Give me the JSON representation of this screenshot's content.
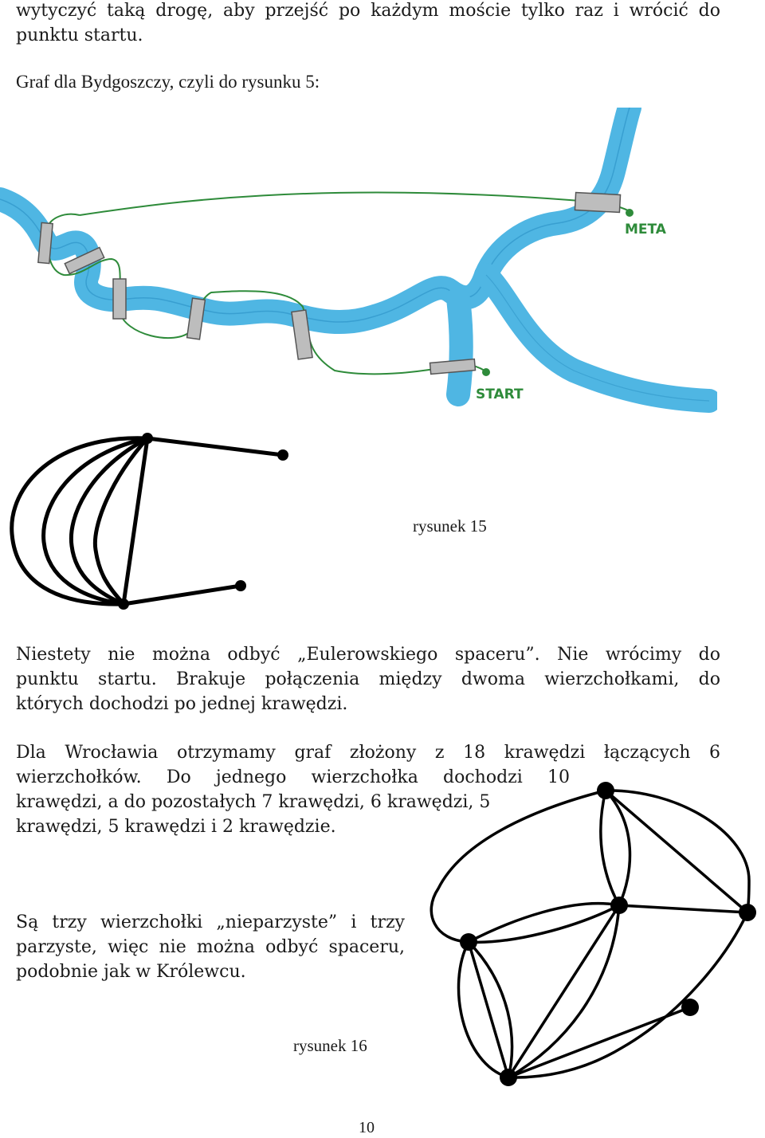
{
  "intro": {
    "line1": "wytyczyć taką drogę, aby przejść po każdym moście tylko raz i wrócić do",
    "line2": "punktu startu.",
    "graph_caption": "Graf dla Bydgoszczy, czyli do rysunku 5:"
  },
  "map": {
    "start_label": "START",
    "meta_label": "META",
    "colors": {
      "river": "#4fb6e3",
      "river_edge": "#2a8fc4",
      "path": "#2e8b3a",
      "bridge": "#555555"
    }
  },
  "figure15": {
    "caption": "rysunek 15"
  },
  "paragraph1": {
    "lines": [
      "Niestety nie można odbyć „Eulerowskiego spaceru”. Nie wrócimy do",
      "punktu startu. Brakuje połączenia między dwoma wierzchołkami, do",
      "których dochodzi po jednej krawędzi."
    ]
  },
  "paragraph2": {
    "lines": [
      "Dla Wrocławia otrzymamy graf złożony z 18 krawędzi łączących 6",
      "wierzchołków. Do jednego wierzchołka dochodzi 10",
      "krawędzi, a do pozostałych 7 krawędzi, 6 krawędzi, 5",
      "krawędzi, 5 krawędzi i 2 krawędzie."
    ]
  },
  "paragraph3": {
    "lines": [
      "Są trzy wierzchołki „nieparzyste” i trzy",
      "parzyste, więc nie można odbyć spaceru,",
      "podobnie jak w Królewcu."
    ]
  },
  "figure16": {
    "caption": "rysunek 16"
  },
  "page_number": "10"
}
